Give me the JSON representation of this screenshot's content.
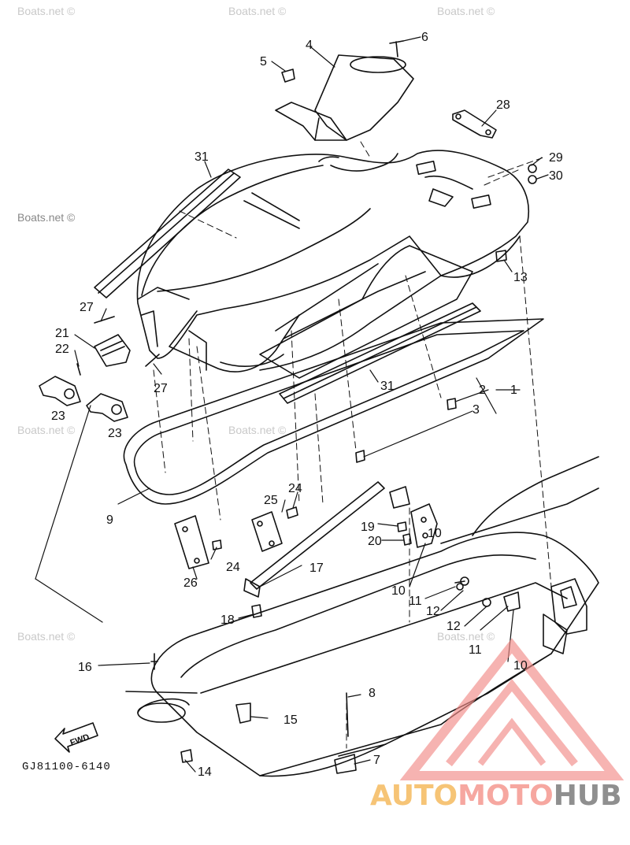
{
  "diagram": {
    "watermarks": [
      "Boats.net ©",
      "Boats.net ©",
      "Boats.net ©",
      "Boats.net ©",
      "Boats.net ©",
      "Boats.net ©",
      "Boats.net ©",
      "Boats.net ©"
    ],
    "catalog_code": "GJ81100-6140",
    "fwd_label": "FWD",
    "part_numbers": [
      "1",
      "2",
      "3",
      "4",
      "5",
      "6",
      "7",
      "8",
      "9",
      "10",
      "10",
      "10",
      "11",
      "11",
      "12",
      "12",
      "13",
      "14",
      "15",
      "16",
      "17",
      "18",
      "19",
      "20",
      "21",
      "22",
      "23",
      "23",
      "24",
      "24",
      "25",
      "26",
      "27",
      "27",
      "28",
      "29",
      "30",
      "31",
      "31"
    ]
  },
  "brand": {
    "part1": "AUTO",
    "part2": "MOTO",
    "part3": "HUB"
  }
}
